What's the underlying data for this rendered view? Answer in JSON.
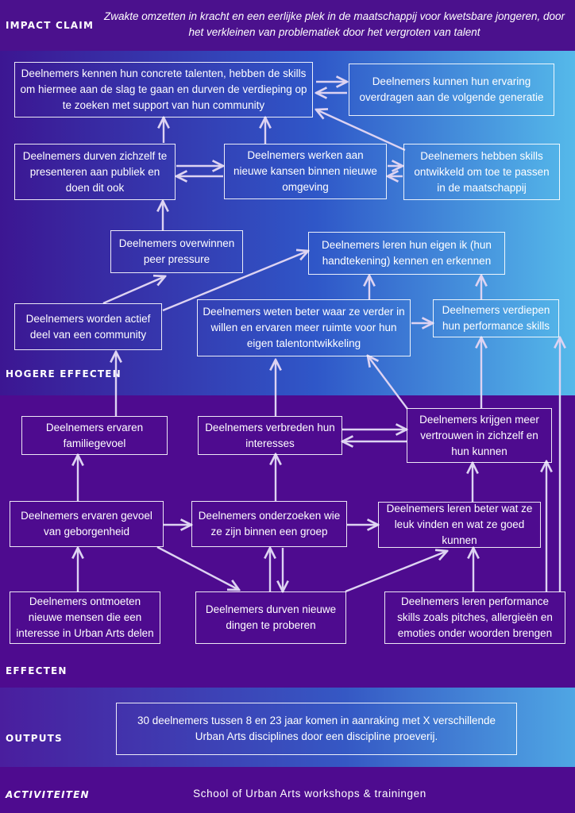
{
  "sections": {
    "impact_claim": "IMPACT CLAIM",
    "hogere_effecten": "HOGERE EFFECTEN",
    "effecten": "EFFECTEN",
    "outputs": "OUTPUTS",
    "activiteiten": "ACTIVITEITEN"
  },
  "impact_claim_text": "Zwakte omzetten in kracht en een eerlijke plek in de maatschappij voor kwetsbare jongeren, door het verkleinen van problematiek door het vergroten van talent",
  "boxes": {
    "talenten": "Deelnemers kennen hun concrete talenten, hebben de skills om hiermee aan de slag te gaan en durven de verdieping op te zoeken met support van hun community",
    "ervaring": "Deelnemers kunnen hun ervaring overdragen aan de volgende generatie",
    "presenteren": "Deelnemers durven zichzelf te presenteren aan publiek en doen dit ook",
    "kansen": "Deelnemers werken aan nieuwe kansen binnen nieuwe omgeving",
    "skills_maatschappij": "Deelnemers hebben skills ontwikkeld om toe te passen in de maatschappij",
    "peer_pressure": "Deelnemers overwinnen peer pressure",
    "eigen_ik": "Deelnemers leren hun eigen ik (hun handtekening) kennen en erkennen",
    "community": "Deelnemers worden actief deel van een community",
    "weten_beter": "Deelnemers weten beter waar ze verder in willen en ervaren meer ruimte voor hun eigen talentontwikkeling",
    "performance_verdiepen": "Deelnemers verdiepen hun performance skills",
    "familiegevoel": "Deelnemers ervaren familiegevoel",
    "interesses": "Deelnemers verbreden hun interesses",
    "vertrouwen": "Deelnemers krijgen meer vertrouwen in zichzelf en hun kunnen",
    "geborgenheid": "Deelnemers ervaren gevoel van geborgenheid",
    "onderzoeken": "Deelnemers onderzoeken wie ze zijn binnen een groep",
    "leuk_vinden": "Deelnemers leren beter wat ze leuk vinden en wat ze goed kunnen",
    "ontmoeten": "Deelnemers ontmoeten nieuwe mensen die een interesse in Urban Arts delen",
    "durven_nieuwe": "Deelnemers durven nieuwe dingen te proberen",
    "performance_leren": "Deelnemers leren performance skills zoals pitches, allergieën en emoties onder woorden brengen"
  },
  "outputs_text": "30 deelnemers tussen 8 en 23 jaar komen in aanraking met X verschillende Urban Arts disciplines door een discipline proeverij.",
  "activities_text": "School of Urban Arts workshops & trainingen"
}
